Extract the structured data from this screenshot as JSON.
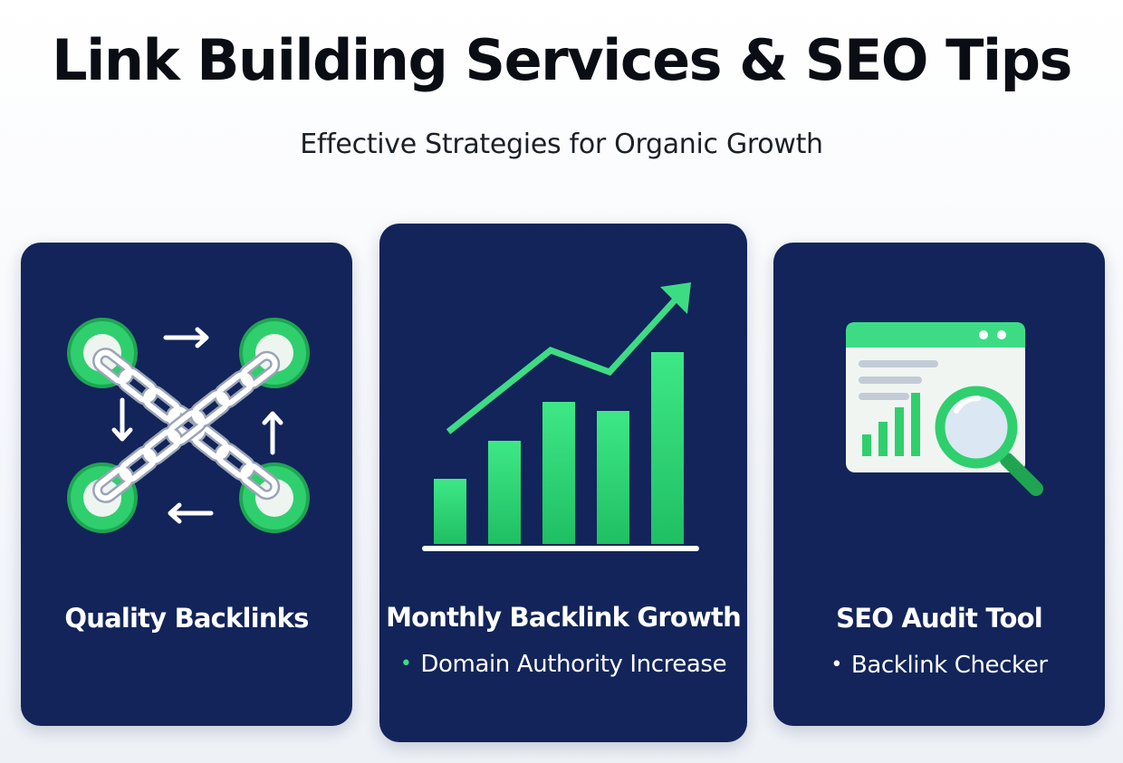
{
  "header": {
    "title": "Link Building Services & SEO Tips",
    "subtitle": "Effective Strategies for Organic Growth"
  },
  "cards": [
    {
      "title": "Quality Backlinks",
      "icon": "chain-links-icon"
    },
    {
      "title": "Monthly Backlink Growth",
      "bullet": "•",
      "subtitle": "Domain Authority Increase",
      "icon": "growth-chart-icon"
    },
    {
      "title": "SEO Audit Tool",
      "bullet": "•",
      "subtitle": "Backlink Checker",
      "icon": "magnifier-browser-icon"
    }
  ],
  "colors": {
    "card_bg": "#12245a",
    "accent_green": "#3ddc84",
    "title_text": "#0a0d14"
  }
}
